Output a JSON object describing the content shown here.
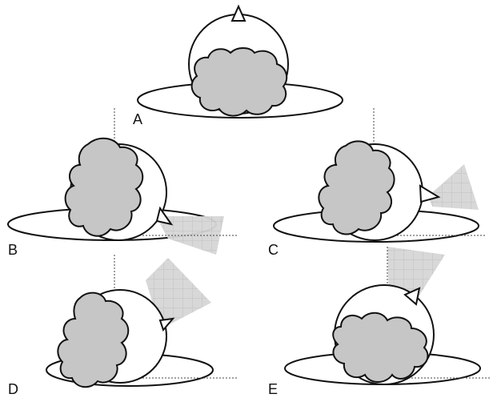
{
  "panels": [
    {
      "id": "A",
      "label": "A"
    },
    {
      "id": "B",
      "label": "B"
    },
    {
      "id": "C",
      "label": "C"
    },
    {
      "id": "D",
      "label": "D"
    },
    {
      "id": "E",
      "label": "E"
    }
  ],
  "colors": {
    "cloud": "#c6c6c6",
    "beam": "#d9d9d9",
    "line": "#111111",
    "background": "#ffffff"
  }
}
